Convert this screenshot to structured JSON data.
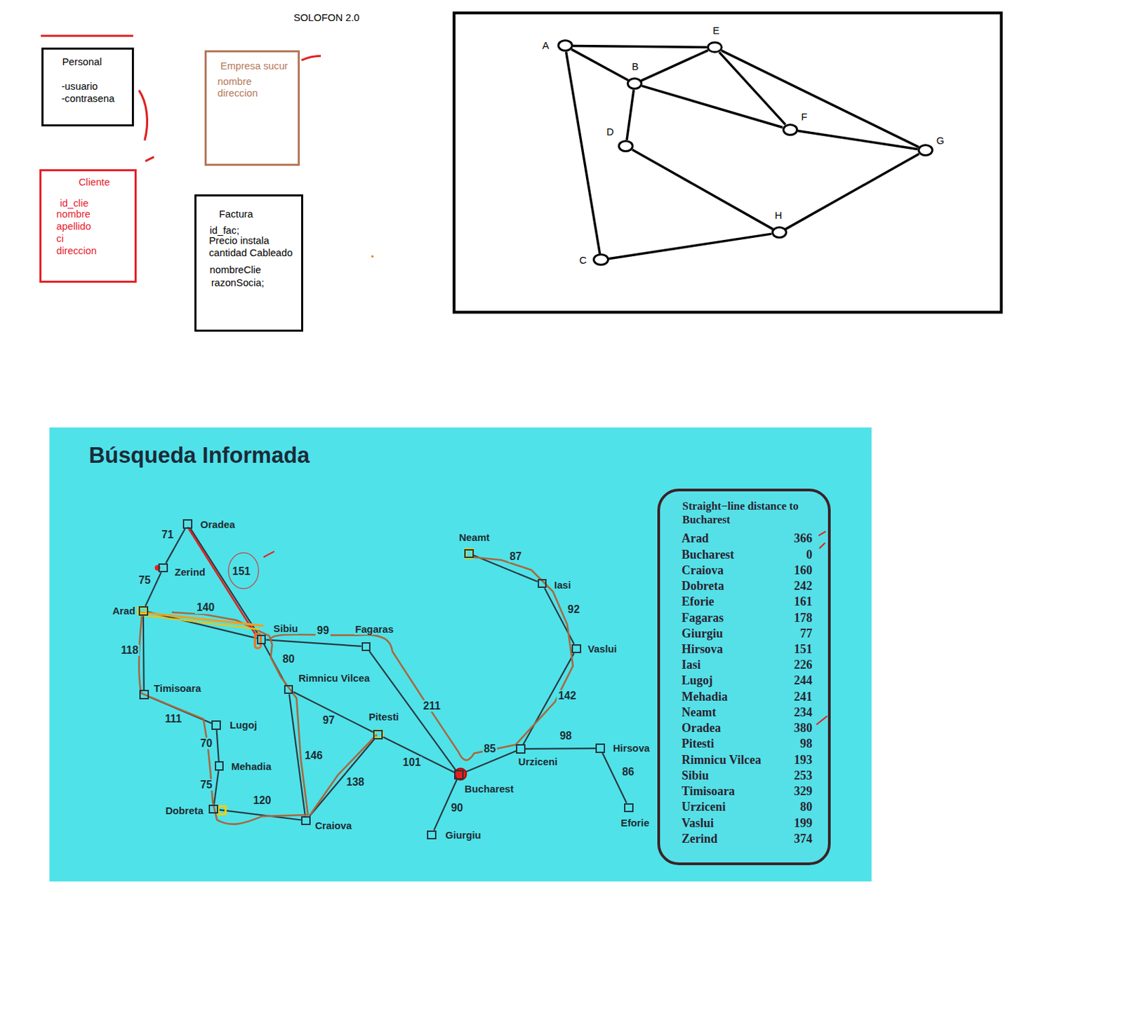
{
  "diagram": {
    "title": "SOLOFON 2.0",
    "nodes": [
      {
        "text": [
          "Personal",
          "-usuario",
          "-contrasena"
        ]
      },
      {
        "text": [
          "Empresa sucur",
          "nombre",
          "direccion"
        ]
      },
      {
        "text": [
          "Cliente",
          "id_clie",
          "nombre",
          "apellido",
          "ci",
          "direccion"
        ]
      },
      {
        "text": [
          "Factura",
          "id_fac;",
          "Precio instala",
          "cantidad Cableado",
          "nombreClie",
          "razonSocia;"
        ]
      },
      {
        "text": [
          "A"
        ]
      },
      {
        "text": [
          "E"
        ]
      },
      {
        "text": [
          "B"
        ]
      },
      {
        "text": [
          "F"
        ]
      },
      {
        "text": [
          "D"
        ]
      },
      {
        "text": [
          "G"
        ]
      },
      {
        "text": [
          "H"
        ]
      },
      {
        "text": [
          "C"
        ]
      },
      {
        "text": [
          "Oradea"
        ]
      },
      {
        "text": [
          "Neamt"
        ]
      },
      {
        "text": [
          "Zerind"
        ]
      },
      {
        "text": [
          "Iasi"
        ]
      },
      {
        "text": [
          "Arad"
        ]
      },
      {
        "text": [
          "Sibiu"
        ]
      },
      {
        "text": [
          "Fagaras"
        ]
      },
      {
        "text": [
          "Vaslui"
        ]
      },
      {
        "text": [
          "Rimnicu Vilcea"
        ]
      },
      {
        "text": [
          "Timisoara"
        ]
      },
      {
        "text": [
          "Pitesti"
        ]
      },
      {
        "text": [
          "Lugoj"
        ]
      },
      {
        "text": [
          "Urziceni"
        ]
      },
      {
        "text": [
          "Hirsova"
        ]
      },
      {
        "text": [
          "Mehadia"
        ]
      },
      {
        "text": [
          "Bucharest"
        ]
      },
      {
        "text": [
          "Dobreta"
        ]
      },
      {
        "text": [
          "Craiova"
        ]
      },
      {
        "text": [
          "Eforie"
        ]
      },
      {
        "text": [
          "Giurgiu"
        ]
      },
      {
        "text": [
          "Straight−line distance to Bucharest",
          "Arad",
          "366",
          "Bucharest",
          "0",
          "Craiova",
          "160",
          "Dobreta",
          "242",
          "Eforie",
          "161",
          "Fagaras",
          "178",
          "Giurgiu",
          "77",
          "Hirsova",
          "151",
          "Iasi",
          "226",
          "Lugoj",
          "244",
          "Mehadia",
          "241",
          "Neamt",
          "234",
          "Oradea",
          "380",
          "Pitesti",
          "98",
          "Rimnicu Vilcea",
          "193",
          "Sibiu",
          "253",
          "Timisoara",
          "329",
          "Urziceni",
          "80",
          "Vaslui",
          "199",
          "Zerind",
          "374"
        ]
      }
    ],
    "edges": [
      {
        "from": 4,
        "to": 5,
        "arrow": "none"
      },
      {
        "from": 4,
        "to": 6,
        "arrow": "none"
      },
      {
        "from": 4,
        "to": 11,
        "arrow": "none"
      },
      {
        "from": 6,
        "to": 5,
        "arrow": "none"
      },
      {
        "from": 6,
        "to": 8,
        "arrow": "none"
      },
      {
        "from": 6,
        "to": 7,
        "arrow": "none"
      },
      {
        "from": 5,
        "to": 7,
        "arrow": "none"
      },
      {
        "from": 5,
        "to": 9,
        "arrow": "none"
      },
      {
        "from": 7,
        "to": 9,
        "arrow": "none"
      },
      {
        "from": 8,
        "to": 10,
        "arrow": "none"
      },
      {
        "from": 10,
        "to": 9,
        "arrow": "none"
      },
      {
        "from": 11,
        "to": 10,
        "arrow": "none"
      },
      {
        "from": 12,
        "to": 14,
        "label": "71",
        "arrow": "none"
      },
      {
        "from": 14,
        "to": 16,
        "label": "75",
        "arrow": "none"
      },
      {
        "from": 12,
        "to": 17,
        "label": "151",
        "arrow": "none"
      },
      {
        "from": 16,
        "to": 17,
        "label": "140",
        "arrow": "none"
      },
      {
        "from": 16,
        "to": 21,
        "label": "118",
        "arrow": "none"
      },
      {
        "from": 21,
        "to": 23,
        "label": "111",
        "arrow": "none"
      },
      {
        "from": 23,
        "to": 26,
        "label": "70",
        "arrow": "none"
      },
      {
        "from": 26,
        "to": 28,
        "label": "75",
        "arrow": "none"
      },
      {
        "from": 28,
        "to": 29,
        "label": "120",
        "arrow": "none"
      },
      {
        "from": 17,
        "to": 18,
        "label": "99",
        "arrow": "none"
      },
      {
        "from": 17,
        "to": 20,
        "label": "80",
        "arrow": "none"
      },
      {
        "from": 20,
        "to": 22,
        "label": "97",
        "arrow": "none"
      },
      {
        "from": 20,
        "to": 29,
        "label": "146",
        "arrow": "none"
      },
      {
        "from": 29,
        "to": 22,
        "label": "138",
        "arrow": "none"
      },
      {
        "from": 18,
        "to": 27,
        "label": "211",
        "arrow": "none"
      },
      {
        "from": 22,
        "to": 27,
        "label": "101",
        "arrow": "none"
      },
      {
        "from": 27,
        "to": 24,
        "label": "85",
        "arrow": "none"
      },
      {
        "from": 27,
        "to": 31,
        "label": "90",
        "arrow": "none"
      },
      {
        "from": 24,
        "to": 25,
        "label": "98",
        "arrow": "none"
      },
      {
        "from": 25,
        "to": 30,
        "label": "86",
        "arrow": "none"
      },
      {
        "from": 24,
        "to": 19,
        "label": "142",
        "arrow": "none"
      },
      {
        "from": 19,
        "to": 15,
        "label": "92",
        "arrow": "none"
      },
      {
        "from": 15,
        "to": 13,
        "label": "87",
        "arrow": "none"
      }
    ],
    "labels": [
      "Búsqueda Informada"
    ]
  }
}
